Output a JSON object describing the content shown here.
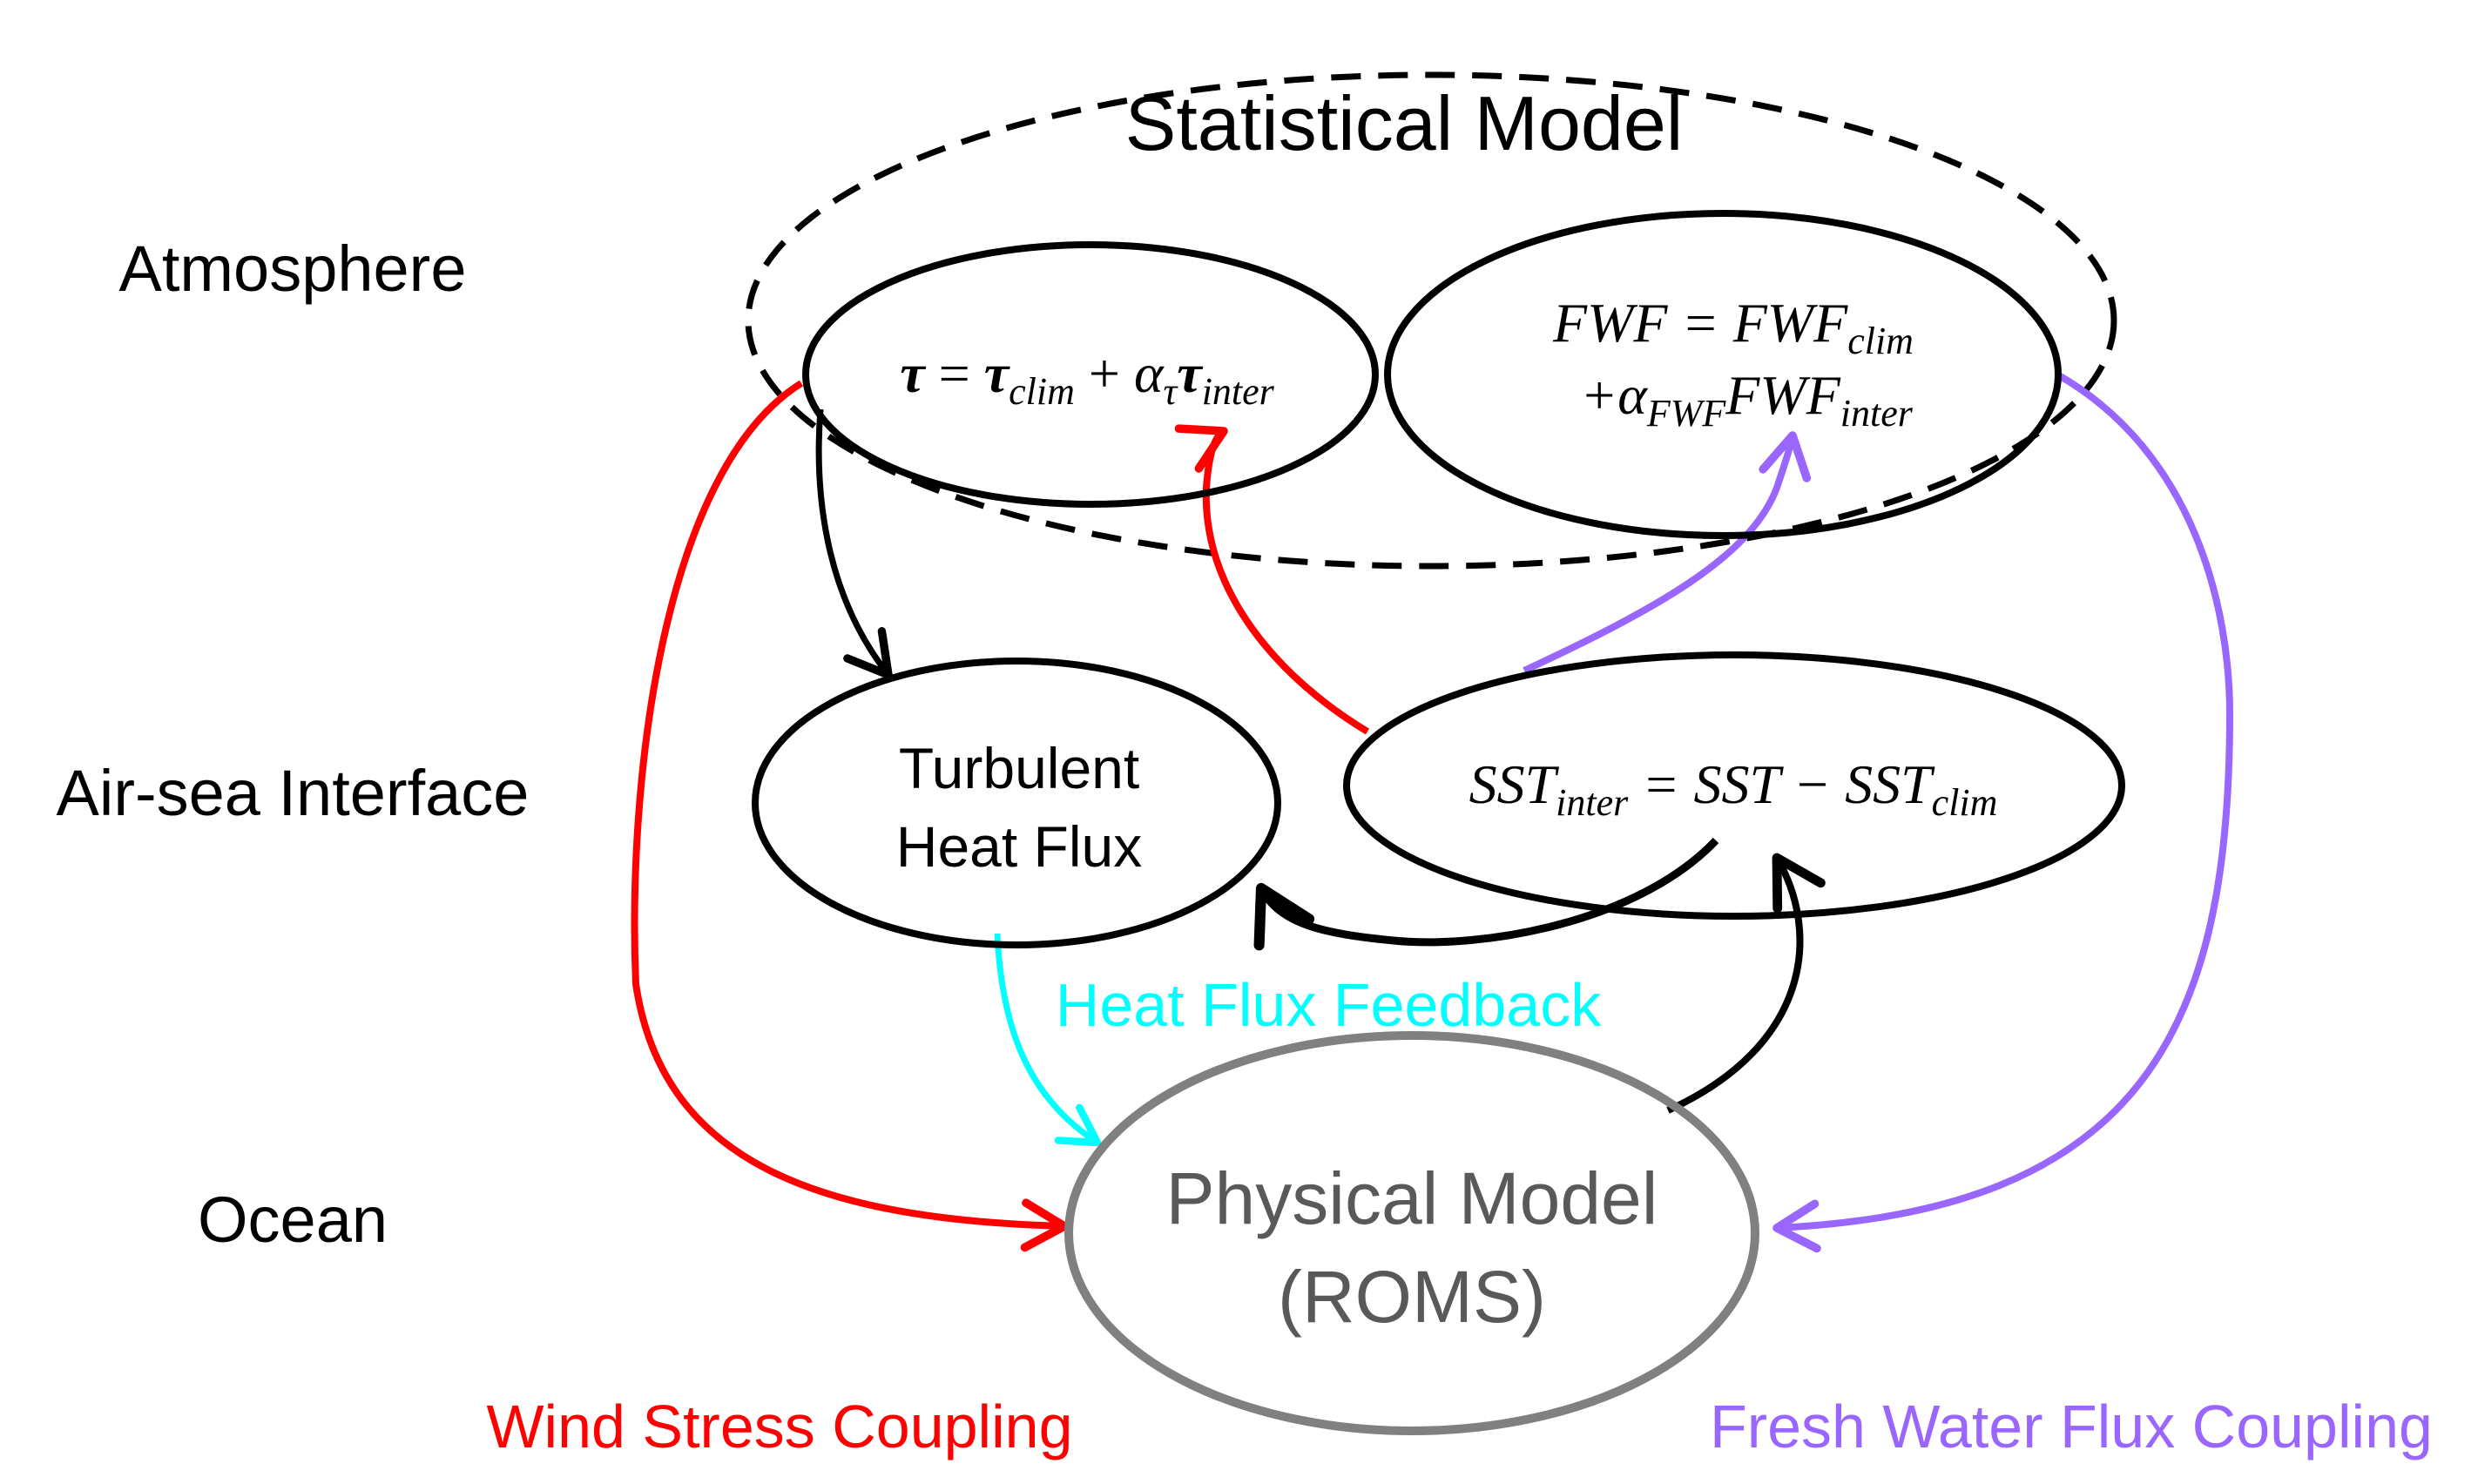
{
  "title": "Statistical Model",
  "layers": {
    "atmosphere": "Atmosphere",
    "interface": "Air-sea Interface",
    "ocean": "Ocean"
  },
  "nodes": {
    "tau": {
      "lhs": "τ",
      "eq": " = ",
      "t1": "τ",
      "t1_sub": "clim",
      "plus": " + ",
      "alpha": "α",
      "alpha_sub": "τ",
      "t2": "τ",
      "t2_sub": "inter"
    },
    "fwf": {
      "line1_lhs": "FWF = FWF",
      "line1_sub": "clim",
      "line2_pre": "+α",
      "line2_alpha_sub": "FWF",
      "line2_mid": "FWF",
      "line2_sub": "inter"
    },
    "turbulent": {
      "line1": "Turbulent",
      "line2": "Heat Flux"
    },
    "sst": {
      "a": "SST",
      "a_sub": "inter",
      "mid": " = SST − SST",
      "b_sub": "clim"
    },
    "physical": {
      "line1": "Physical Model",
      "line2": "(ROMS)"
    }
  },
  "annotations": {
    "heat_flux_feedback": "Heat Flux Feedback",
    "wind_stress_coupling": "Wind Stress Coupling",
    "fresh_water_flux_coupling": "Fresh Water Flux Coupling"
  },
  "colors": {
    "wind": "#ff0000",
    "freshwater": "#9966ff",
    "heatflux": "#00ffff",
    "physical": "#808080",
    "physical_text": "#595959",
    "stroke": "#000000"
  }
}
